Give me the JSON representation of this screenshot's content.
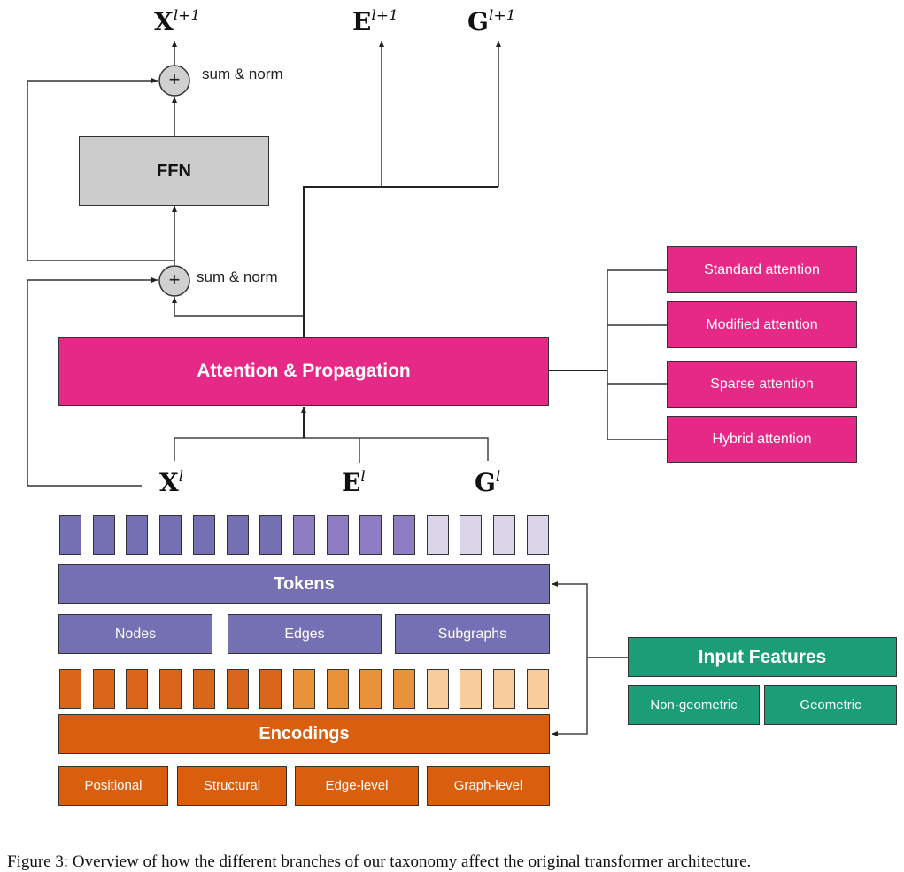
{
  "outputs": {
    "x": {
      "base": "X",
      "sup": "l+1"
    },
    "e": {
      "base": "E",
      "sup": "l+1"
    },
    "g": {
      "base": "G",
      "sup": "l+1"
    }
  },
  "inputs": {
    "x": {
      "base": "X",
      "sup": "l"
    },
    "e": {
      "base": "E",
      "sup": "l"
    },
    "g": {
      "base": "G",
      "sup": "l"
    }
  },
  "sum_norm_top": {
    "symbol": "+",
    "label": "sum & norm"
  },
  "sum_norm_bottom": {
    "symbol": "+",
    "label": "sum & norm"
  },
  "ffn": {
    "label": "FFN"
  },
  "attention": {
    "label": "Attention & Propagation",
    "variants": [
      "Standard attention",
      "Modified attention",
      "Sparse attention",
      "Hybrid attention"
    ]
  },
  "tokens": {
    "label": "Tokens",
    "categories": [
      "Nodes",
      "Edges",
      "Subgraphs"
    ],
    "squares": [
      "node",
      "node",
      "node",
      "node",
      "node",
      "node",
      "node",
      "edge",
      "edge",
      "edge",
      "edge",
      "subgraph",
      "subgraph",
      "subgraph",
      "subgraph"
    ]
  },
  "encodings": {
    "label": "Encodings",
    "categories": [
      "Positional",
      "Structural",
      "Edge-level",
      "Graph-level"
    ],
    "squares": [
      "a",
      "a",
      "a",
      "a",
      "a",
      "a",
      "a",
      "b",
      "b",
      "b",
      "b",
      "c",
      "c",
      "c",
      "c"
    ]
  },
  "input_features": {
    "label": "Input Features",
    "categories": [
      "Non-geometric",
      "Geometric"
    ]
  },
  "colors": {
    "ffn": "#cccccc",
    "attention": "#e62886",
    "tokens": "#7570b3",
    "token_node": "#7570b3",
    "token_edge": "#8e7dc2",
    "token_subgraph": "#dcd5ea",
    "encodings": "#d95f0e",
    "enc_a": "#d9661a",
    "enc_b": "#e8923a",
    "enc_c": "#f9cc9c",
    "input_features": "#1b9e77",
    "sum_circle": "#d0d0d0"
  },
  "caption": "Figure 3: Overview of how the different branches of our taxonomy affect the original transformer architecture."
}
